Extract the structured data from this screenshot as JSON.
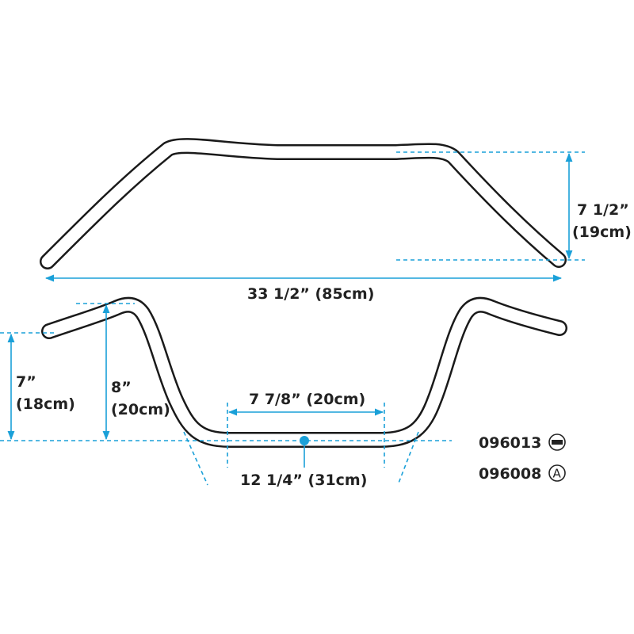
{
  "dimensions": {
    "rise_label": "7 1/2”",
    "rise_metric": "(19cm)",
    "width_label": "33 1/2” (85cm)",
    "pullback_label": "7”",
    "pullback_metric": "(18cm)",
    "height_label": "8”",
    "height_metric": "(20cm)",
    "center_label": "7 7/8” (20cm)",
    "base_label": "12 1/4” (31cm)"
  },
  "parts": [
    {
      "number": "096013",
      "symbol": "minus-icon",
      "symbol_text": ""
    },
    {
      "number": "096008",
      "symbol": "a-circle-icon",
      "symbol_text": "A"
    }
  ],
  "colors": {
    "dimension": "#1aa0d8",
    "outline": "#1a1a1a"
  }
}
